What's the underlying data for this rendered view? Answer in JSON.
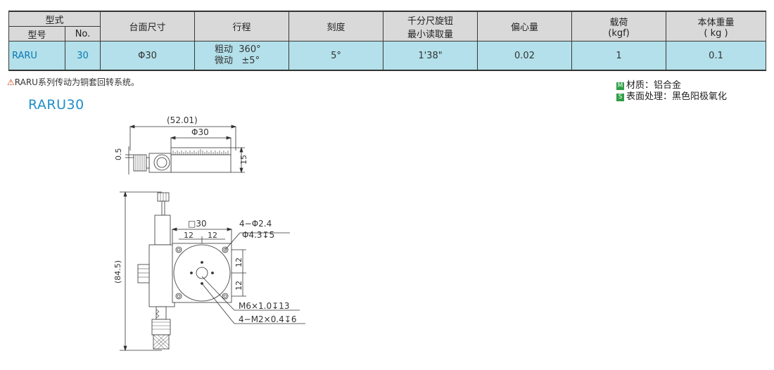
{
  "table": {
    "headers": {
      "type_group": "型式",
      "model": "型号",
      "no": "No.",
      "table_size": "台面尺寸",
      "stroke": "行程",
      "scale": "刻度",
      "knob_line1": "千分尺旋钮",
      "knob_line2": "最小读取量",
      "eccentric": "偏心量",
      "load_line1": "载荷",
      "load_line2": "(kgf)",
      "weight_line1": "本体重量",
      "weight_line2": "( kg )"
    },
    "row": {
      "model": "RARU",
      "no": "30",
      "table_size": "Φ30",
      "stroke_coarse": "粗动  360°",
      "stroke_fine": "微动   ±5°",
      "scale": "5°",
      "knob_min": "1'38\"",
      "eccentric": "0.02",
      "load": "1",
      "weight": "0.1"
    }
  },
  "note": {
    "icon": "warning-icon",
    "text": "RARU系列传动为铜套回转系统。"
  },
  "section_title": "RARU30",
  "material": {
    "m_badge": "M",
    "material_text": "材质：铝合金",
    "s_badge": "S",
    "surface_text": "表面处理：黑色阳极氧化"
  },
  "drawing": {
    "dim_overall_width": "(52.01)",
    "dim_table_dia": "Φ30",
    "dim_thickness": "0.5",
    "dim_height": "15",
    "dim_square": "□30",
    "dim_12a": "12",
    "dim_12b": "12",
    "dim_12c": "12",
    "dim_12d": "12",
    "dim_overall_length": "(84.5)",
    "hole_label_1": "4−Φ2.4",
    "hole_label_2": "Φ4.3↧5",
    "thread_label_1": "M6×1.0↧13",
    "thread_label_2": "4−M2×0.4↧6"
  }
}
